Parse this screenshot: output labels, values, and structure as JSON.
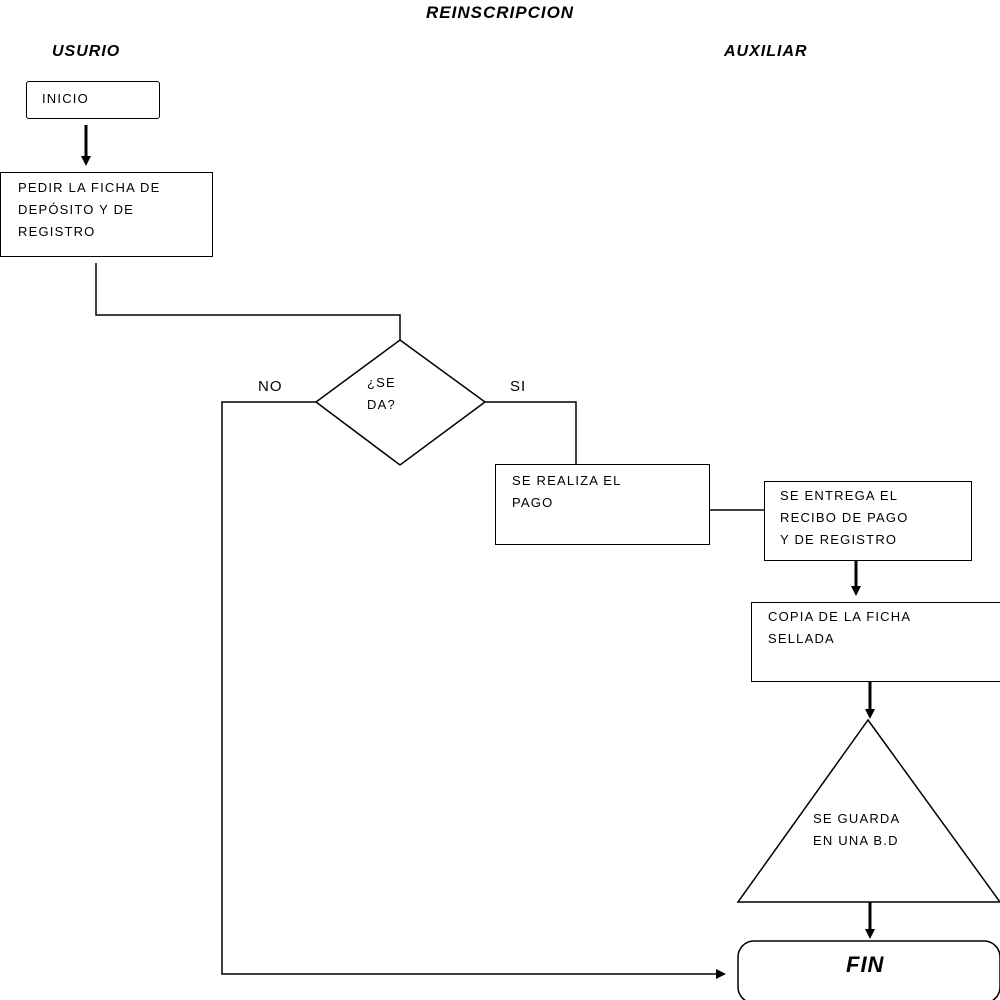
{
  "title": "REINSCRIPCION",
  "lanes": {
    "left": "USURIO",
    "right": "AUXILIAR"
  },
  "nodes": {
    "start": "INICIO",
    "request": "PEDIR LA FICHA DE\nDEPÓSITO Y DE\nREGISTRO",
    "decision": "¿SE\nDA?",
    "payment": "SE REALIZA EL\nPAGO",
    "receipt": "SE ENTREGA EL\nRECIBO DE PAGO\nY DE REGISTRO",
    "copy": "COPIA DE LA FICHA\nSELLADA",
    "store": "SE GUARDA\nEN UNA B.D",
    "end": "FIN"
  },
  "edge_labels": {
    "no": "NO",
    "yes": "SI"
  }
}
